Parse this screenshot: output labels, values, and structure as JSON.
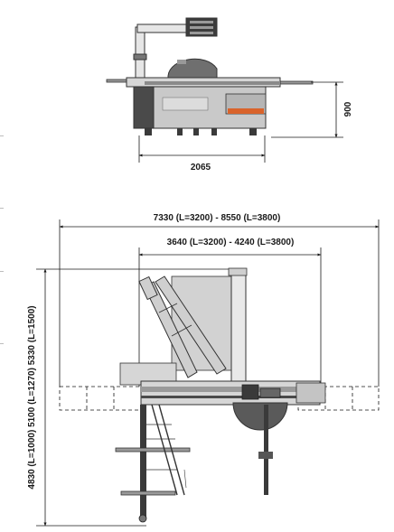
{
  "dimensions": {
    "side_view_width": "2065",
    "side_view_height": "900",
    "overall_width": "7330 (L=3200) - 8550 (L=3800)",
    "inner_width": "3640 (L=3200) - 4240 (L=3800)",
    "overall_depth": "4830 (L=1000) 5100 (L=1270) 5330 (L=1500)"
  },
  "colors": {
    "line": "#1a1a1a",
    "machine_body": "#c9c9c9",
    "machine_dark": "#4a4a4a",
    "accent": "#d9632b",
    "guard": "#6f6f6f"
  }
}
